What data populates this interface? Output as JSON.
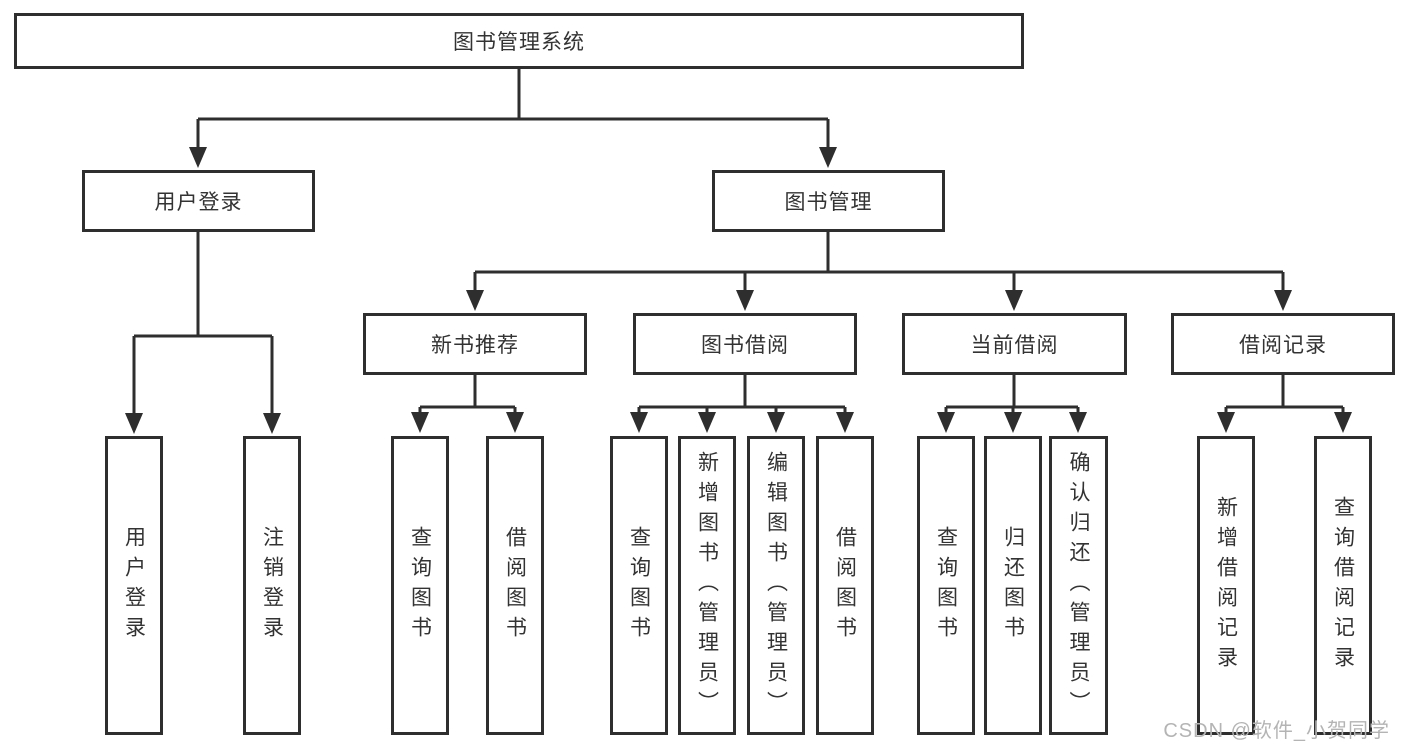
{
  "diagram": {
    "root": "图书管理系统",
    "level2": [
      "用户登录",
      "图书管理"
    ],
    "level3": [
      "新书推荐",
      "图书借阅",
      "当前借阅",
      "借阅记录"
    ],
    "leaves": {
      "user_login": [
        "用户登录",
        "注销登录"
      ],
      "new_book": [
        "查询图书",
        "借阅图书"
      ],
      "book_borrow": [
        "查询图书",
        "新增图书（管理员）",
        "编辑图书（管理员）",
        "借阅图书"
      ],
      "current_borrow": [
        "查询图书",
        "归还图书",
        "确认归还（管理员）"
      ],
      "borrow_records": [
        "新增借阅记录",
        "查询借阅记录"
      ]
    }
  },
  "watermark": "CSDN @软件_小贺同学",
  "colors": {
    "line": "#2e2e2e",
    "box_border": "#2e2e2e",
    "box_background": "#ffffff",
    "text": "#333333",
    "watermark": "#b4b4b4",
    "page_background": "#ffffff"
  }
}
